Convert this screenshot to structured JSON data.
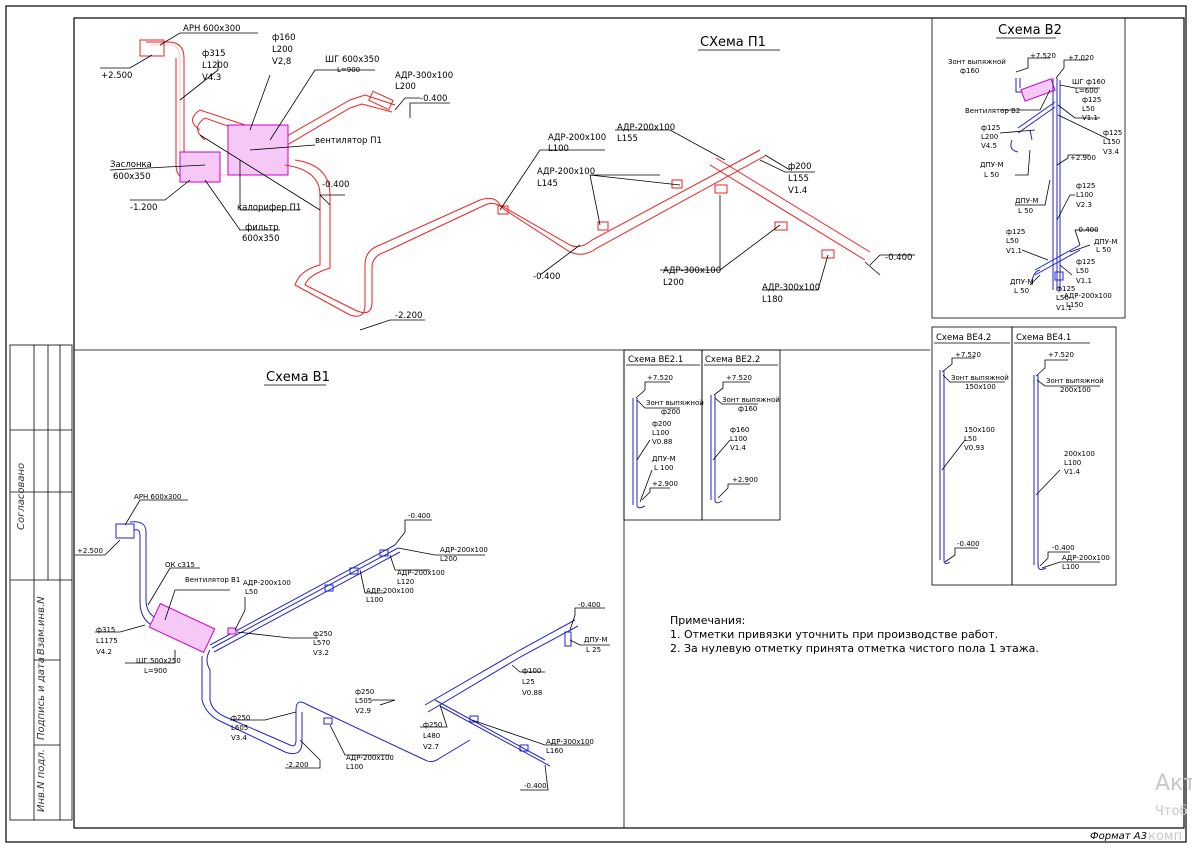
{
  "sheet": {
    "format_label": "Формат  А3",
    "watermark": [
      "Акт",
      "Чтоб",
      "комп"
    ],
    "side_stamp": {
      "approved": "Согласовано",
      "cells": [
        "Инв.N подл.",
        "Подпись и дата",
        "Взам.инв.N"
      ]
    }
  },
  "schemes": {
    "p1": {
      "title": "СХема П1",
      "labels": {
        "arn": "АРН 600х300",
        "elev_top": "+2.500",
        "d315": "ф315",
        "l1200": "L1200",
        "v43": "V4.3",
        "d160": "ф160",
        "l200": "L200",
        "v28": "V2,8",
        "shg": "ШГ 600х350",
        "shg_l": "L=900",
        "adr_top": "АДР-300х100",
        "adr_top_l": "L200",
        "elev_top_right": "-0.400",
        "fan": "вентилятор П1",
        "damper": "Заслонка",
        "damper_size": "600х350",
        "elev_damper": "-1.200",
        "heater": "калорифер П1",
        "filter": "фильтр",
        "filter_size": "600х350",
        "elev_mid": "-0.400",
        "elev_low": "-2.200",
        "adr1": "АДР-200х100",
        "adr1_l": "L100",
        "adr2": "АДР-200х100",
        "adr2_l": "L145",
        "adr3": "АДР-200х100",
        "adr3_l": "L155",
        "elev_bottom": "-0.400",
        "d200": "ф200",
        "l155": "L155",
        "v14": "V1.4",
        "adr4": "АДР-300х100",
        "adr4_l": "L200",
        "adr5": "АДР-300х100",
        "adr5_l": "L180",
        "elev_end": "-0.400"
      }
    },
    "b2": {
      "title": "Схема  В2",
      "labels": {
        "hood": "Зонт выпяжной",
        "hood_d": "ф160",
        "elev1": "+7.520",
        "elev2": "+7.020",
        "shg": "ШГ ф160",
        "shg_l": "L=600",
        "fan": "Вентилятор В2",
        "a_d": "ф125",
        "a_l": "L50",
        "a_v": "V1.1",
        "b_d": "ф125",
        "b_l": "L200",
        "b_v": "V4.5",
        "c_d": "ф125",
        "c_l": "L150",
        "c_v": "V3.4",
        "dpu1": "ДПУ-М",
        "dpu1_l": "L 50",
        "elev3": "+2.900",
        "dpu2": "ДПУ-М",
        "dpu2_l": "L 50",
        "d_d": "ф125",
        "d_l": "L100",
        "d_v": "V2.3",
        "e_d": "ф125",
        "e_l": "L50",
        "e_v": "V1.1",
        "elev4": "-0.400",
        "dpu3": "ДПУ-М",
        "dpu3_l": "L 50",
        "f_d": "ф125",
        "f_l": "L50",
        "f_v": "V1.1",
        "dpu4": "ДПУ-М",
        "dpu4_l": "L 50",
        "g_d": "ф125",
        "g_l": "L50",
        "g_v": "V1.1",
        "adr": "АДР-200х100",
        "adr_l": "L150"
      }
    },
    "be21": {
      "title": "Схема  ВЕ2.1",
      "labels": {
        "elev1": "+7.520",
        "hood": "Зонт выпяжной",
        "hood_d": "ф200",
        "d": "ф200",
        "l": "L100",
        "v": "V0.88",
        "dpu": "ДПУ-М",
        "dpu_l": "L 100",
        "elev2": "+2.900"
      }
    },
    "be22": {
      "title": "Схема  ВЕ2.2",
      "labels": {
        "elev1": "+7.520",
        "hood": "Зонт выпяжной",
        "hood_d": "ф160",
        "d": "ф160",
        "l": "L100",
        "v": "V1.4",
        "elev2": "+2.900"
      }
    },
    "be42": {
      "title": "Схема  ВЕ4.2",
      "labels": {
        "elev1": "+7.520",
        "hood": "Зонт выпяжной",
        "hood_size": "150х100",
        "s": "150х100",
        "l": "L50",
        "v": "V0.93",
        "elev2": "-0.400"
      }
    },
    "be41": {
      "title": "Схема  ВЕ4.1",
      "labels": {
        "elev1": "+7.520",
        "hood": "Зонт выпяжной",
        "hood_size": "200х100",
        "s": "200х100",
        "l": "L100",
        "v": "V1.4",
        "elev2": "-0.400",
        "adr": "АДР-200х100",
        "adr_l": "L100"
      }
    },
    "b1": {
      "title": "Схема  В1",
      "labels": {
        "arn": "АРН 600х300",
        "elev_top": "+2.500",
        "ok": "ОК с315",
        "fan": "Вентилятор В1",
        "d315": "ф315",
        "l1175": "L1175",
        "v42": "V4.2",
        "shg": "ШГ 500х250",
        "shg_l": "L=900",
        "adr1": "АДР-200х100",
        "adr1_l": "L50",
        "d250a": "ф250",
        "l570": "L570",
        "v32": "V3.2",
        "elev_r1": "-0.400",
        "adr2": "АДР-200х100",
        "adr2_l": "L200",
        "adr3": "АДР-200х100",
        "adr3_l": "L120",
        "adr4": "АДР-200х100",
        "adr4_l": "L100",
        "elev_r2": "-0.400",
        "dpu": "ДПУ-М",
        "dpu_l": "L 25",
        "d100": "ф100",
        "l25": "L25",
        "v088": "V0.88",
        "d250b": "ф250",
        "l505": "L505",
        "v29": "V2.9",
        "d250c": "ф250",
        "l605": "L605",
        "v34": "V3.4",
        "d250d": "ф250",
        "l480": "L480",
        "v27": "V2.7",
        "adr5": "АДР-300х100",
        "adr5_l": "L160",
        "adr6": "АДР-200х100",
        "adr6_l": "L100",
        "elev_low": "-2.200",
        "elev_end": "-0.400"
      }
    }
  },
  "notes": {
    "heading": "Примечания:",
    "items": [
      "1. Отметки привязки уточнить при производстве работ.",
      "2. За нулевую отметку принята отметка чистого пола 1 этажа."
    ]
  },
  "colors": {
    "supply": "#e22222",
    "exhaust": "#2222cc",
    "equipment": "#cc00cc"
  }
}
